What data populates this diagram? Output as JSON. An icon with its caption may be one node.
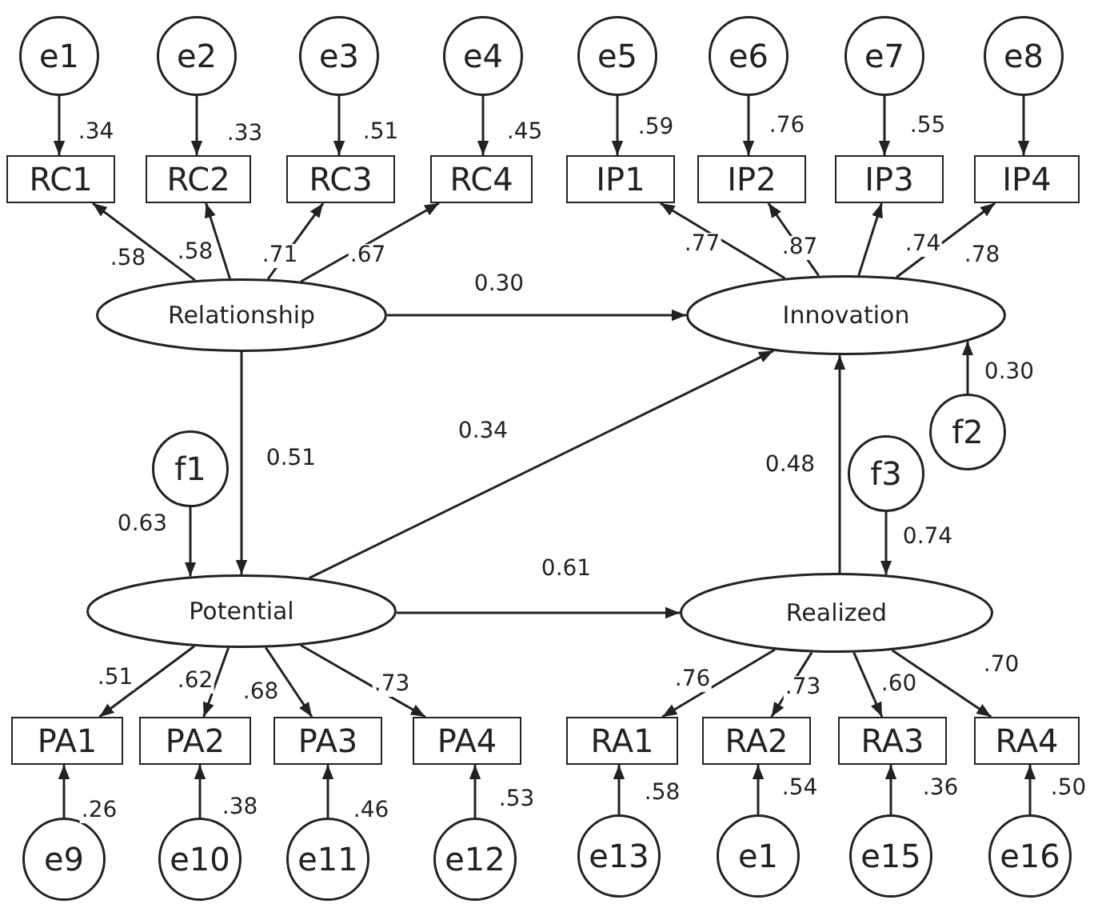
{
  "diagram": {
    "nodes": [
      {
        "text": [
          "e1"
        ]
      },
      {
        "text": [
          "e2"
        ]
      },
      {
        "text": [
          "e3"
        ]
      },
      {
        "text": [
          "e4"
        ]
      },
      {
        "text": [
          "e5"
        ]
      },
      {
        "text": [
          "e6"
        ]
      },
      {
        "text": [
          "e7"
        ]
      },
      {
        "text": [
          "e8"
        ]
      },
      {
        "text": [
          "RC1"
        ]
      },
      {
        "text": [
          "RC2"
        ]
      },
      {
        "text": [
          "RC3"
        ]
      },
      {
        "text": [
          "RC4"
        ]
      },
      {
        "text": [
          "IP1"
        ]
      },
      {
        "text": [
          "IP2"
        ]
      },
      {
        "text": [
          "IP3"
        ]
      },
      {
        "text": [
          "IP4"
        ]
      },
      {
        "text": [
          "Relationship"
        ]
      },
      {
        "text": [
          "Innovation"
        ]
      },
      {
        "text": [
          "f1"
        ]
      },
      {
        "text": [
          "f2"
        ]
      },
      {
        "text": [
          "f3"
        ]
      },
      {
        "text": [
          "Potential"
        ]
      },
      {
        "text": [
          "Realized"
        ]
      },
      {
        "text": [
          "PA1"
        ]
      },
      {
        "text": [
          "PA2"
        ]
      },
      {
        "text": [
          "PA3"
        ]
      },
      {
        "text": [
          "PA4"
        ]
      },
      {
        "text": [
          "RA1"
        ]
      },
      {
        "text": [
          "RA2"
        ]
      },
      {
        "text": [
          "RA3"
        ]
      },
      {
        "text": [
          "RA4"
        ]
      },
      {
        "text": [
          "e9"
        ]
      },
      {
        "text": [
          "e10"
        ]
      },
      {
        "text": [
          "e11"
        ]
      },
      {
        "text": [
          "e12"
        ]
      },
      {
        "text": [
          "e13"
        ]
      },
      {
        "text": [
          "e1"
        ]
      },
      {
        "text": [
          "e15"
        ]
      },
      {
        "text": [
          "e16"
        ]
      }
    ],
    "edges": [
      {
        "from": 0,
        "to": 8,
        "arrow": "to",
        "label": ".34"
      },
      {
        "from": 1,
        "to": 9,
        "arrow": "to",
        "label": ".33"
      },
      {
        "from": 2,
        "to": 10,
        "arrow": "to",
        "label": ".51"
      },
      {
        "from": 3,
        "to": 11,
        "arrow": "to",
        "label": ".45"
      },
      {
        "from": 16,
        "to": 8,
        "arrow": "to",
        "label": ".58"
      },
      {
        "from": 16,
        "to": 9,
        "arrow": "to",
        "label": ".58"
      },
      {
        "from": 16,
        "to": 10,
        "arrow": "to",
        "label": ".71"
      },
      {
        "from": 16,
        "to": 11,
        "arrow": "to",
        "label": ".67"
      },
      {
        "from": 4,
        "to": 12,
        "arrow": "to",
        "label": ".59"
      },
      {
        "from": 5,
        "to": 13,
        "arrow": "to",
        "label": ".76"
      },
      {
        "from": 6,
        "to": 14,
        "arrow": "to",
        "label": ".55"
      },
      {
        "from": 7,
        "to": 15,
        "arrow": "to"
      },
      {
        "from": 17,
        "to": 12,
        "arrow": "to",
        "label": ".77"
      },
      {
        "from": 17,
        "to": 13,
        "arrow": "to",
        "label": ".87"
      },
      {
        "from": 17,
        "to": 14,
        "arrow": "to",
        "label": ".74"
      },
      {
        "from": 17,
        "to": 15,
        "arrow": "to",
        "label": ".78"
      },
      {
        "from": 16,
        "to": 17,
        "arrow": "to",
        "label": "0.30"
      },
      {
        "from": 16,
        "to": 21,
        "arrow": "to",
        "label": "0.51"
      },
      {
        "from": 18,
        "to": 21,
        "arrow": "to",
        "label": "0.63"
      },
      {
        "from": 21,
        "to": 17,
        "arrow": "to",
        "label": "0.34"
      },
      {
        "from": 21,
        "to": 22,
        "arrow": "to",
        "label": "0.61"
      },
      {
        "from": 22,
        "to": 17,
        "arrow": "to",
        "label": "0.48"
      },
      {
        "from": 19,
        "to": 17,
        "arrow": "to",
        "label": "0.30"
      },
      {
        "from": 20,
        "to": 22,
        "arrow": "to",
        "label": "0.74"
      },
      {
        "from": 21,
        "to": 23,
        "arrow": "to",
        "label": ".51"
      },
      {
        "from": 21,
        "to": 24,
        "arrow": "to",
        "label": ".62"
      },
      {
        "from": 21,
        "to": 25,
        "arrow": "to",
        "label": ".68"
      },
      {
        "from": 21,
        "to": 26,
        "arrow": "to",
        "label": ".73"
      },
      {
        "from": 31,
        "to": 23,
        "arrow": "to",
        "label": ".26"
      },
      {
        "from": 32,
        "to": 24,
        "arrow": "to",
        "label": ".38"
      },
      {
        "from": 33,
        "to": 25,
        "arrow": "to",
        "label": ".46"
      },
      {
        "from": 34,
        "to": 26,
        "arrow": "to",
        "label": ".53"
      },
      {
        "from": 22,
        "to": 27,
        "arrow": "to",
        "label": ".76"
      },
      {
        "from": 22,
        "to": 28,
        "arrow": "to",
        "label": ".73"
      },
      {
        "from": 22,
        "to": 29,
        "arrow": "to",
        "label": ".60"
      },
      {
        "from": 22,
        "to": 30,
        "arrow": "to",
        "label": ".70"
      },
      {
        "from": 35,
        "to": 27,
        "arrow": "to",
        "label": ".58"
      },
      {
        "from": 36,
        "to": 28,
        "arrow": "to",
        "label": ".54"
      },
      {
        "from": 37,
        "to": 29,
        "arrow": "to",
        "label": ".36"
      },
      {
        "from": 38,
        "to": 30,
        "arrow": "to",
        "label": ".50"
      }
    ]
  }
}
